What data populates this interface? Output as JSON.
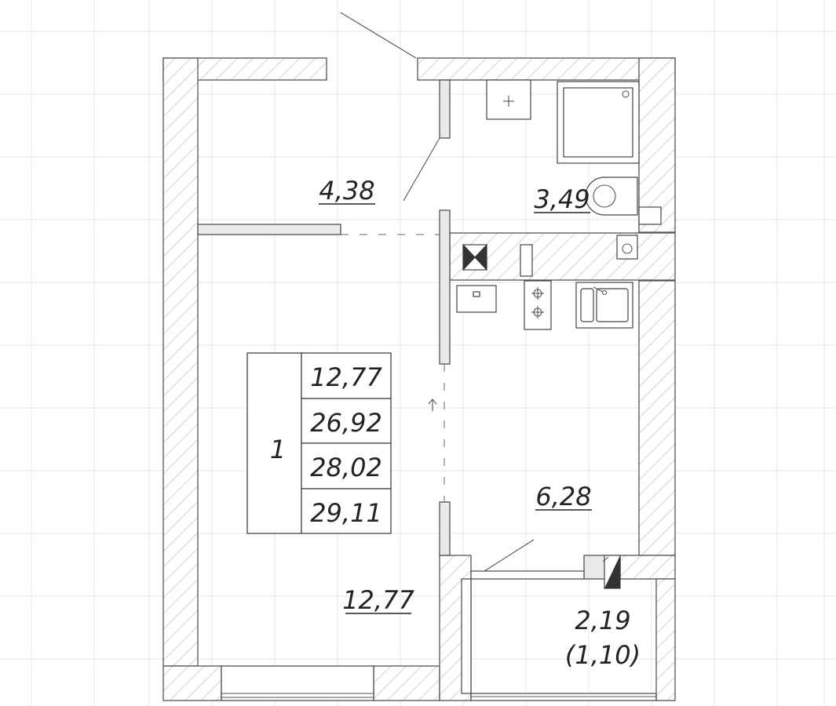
{
  "rooms": {
    "corridor": "4,38",
    "bathroom": "3,49",
    "living": "12,77",
    "kitchen": "6,28",
    "balcony": "2,19",
    "balcony_reduced": "(1,10)"
  },
  "summary": {
    "rooms_count": "1",
    "values": [
      "12,77",
      "26,92",
      "28,02",
      "29,11"
    ]
  },
  "colors": {
    "line": "#444444",
    "grid": "#e6e6e6",
    "text": "#222222"
  }
}
